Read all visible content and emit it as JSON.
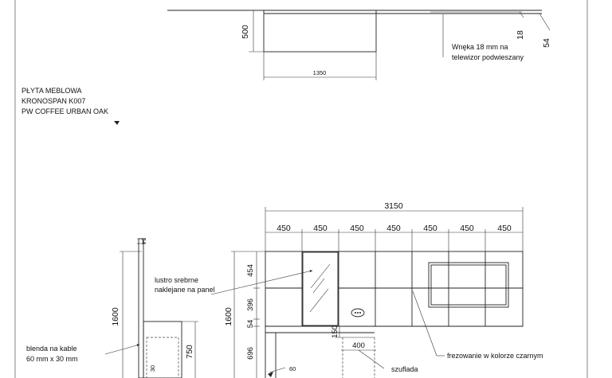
{
  "material_note": {
    "line1": "PŁYTA MEBLOWA",
    "line2": "KRONOSPAN K007",
    "line3": "PW COFFEE URBAN OAK"
  },
  "top_view": {
    "depth": "500",
    "width": "1350",
    "recess": "18",
    "offset": "54",
    "note_line1": "Wnęka 18 mm na",
    "note_line2": "telewizor podwieszany"
  },
  "front_view": {
    "total_width": "3150",
    "modules": [
      "450",
      "450",
      "450",
      "450",
      "450",
      "450",
      "450"
    ],
    "panel_height": "1600",
    "panel_parts": [
      "454",
      "396",
      "54",
      "696"
    ],
    "drawer_width": "400",
    "drawer_offset": "150",
    "notes": {
      "mirror_line1": "lustro srebrne",
      "mirror_line2": "naklejane na panel",
      "milling": "frezowanie w kolorze czarnym",
      "drawer": "szuflada"
    }
  },
  "side_view": {
    "height": "1600",
    "top_thickness": "54",
    "cabinet_height": "750",
    "blend_line1": "blenda na kable",
    "blend_line2": "60 mm x 30 mm",
    "small_dim_30": "30",
    "small_dim_60": "60"
  }
}
